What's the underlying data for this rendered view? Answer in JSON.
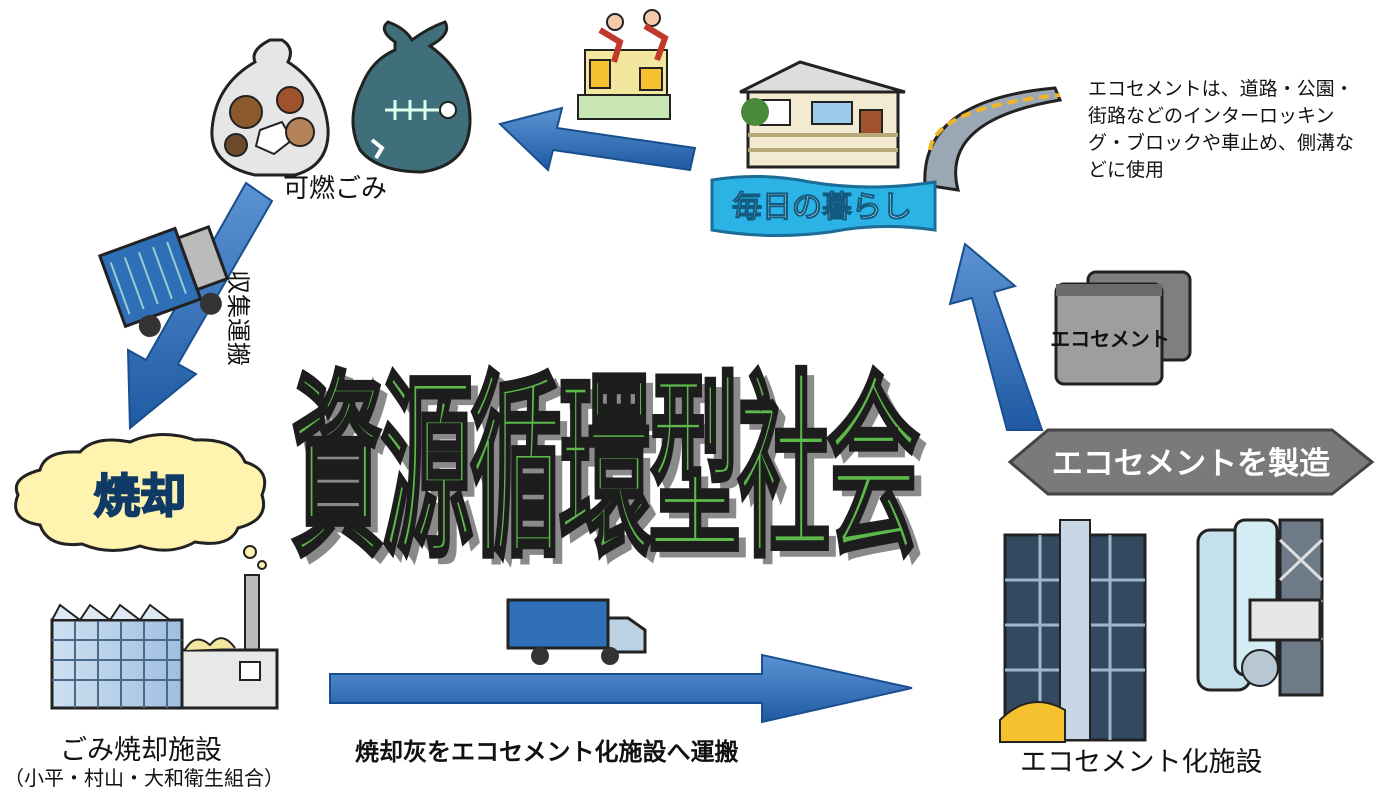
{
  "title": "資源循環型社会",
  "nodes": {
    "burnable_waste": "可燃ごみ",
    "daily_life": "毎日の暮らし",
    "incineration": "焼却",
    "incineration_facility": "ごみ焼却施設",
    "incineration_facility_union": "（小平・村山・大和衛生組合）",
    "ecocement_facility": "エコセメント化施設",
    "ecocement_bag_label": "エコセメント"
  },
  "edges": {
    "collection_transport": "収集運搬",
    "ash_transport": "焼却灰をエコセメント化施設へ運搬",
    "manufacture": "エコセメントを製造"
  },
  "caption": "エコセメントは、道路・公園・街路などのインターロッキング・ブロックや車止め、側溝などに使用",
  "colors": {
    "arrow_blue": "#2f6fb7",
    "title_green": "#5cb94a",
    "banner_cyan": "#2bb3e6",
    "cloud_yellow": "#fff3b0",
    "hexagon_gray": "#7a7a7a"
  }
}
